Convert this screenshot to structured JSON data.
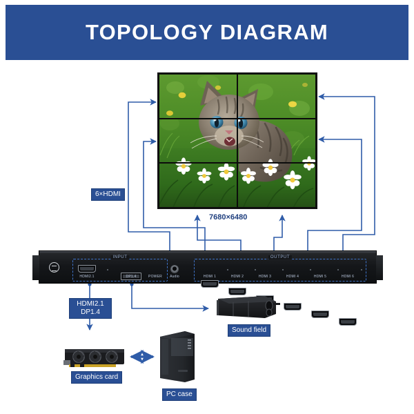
{
  "header": {
    "title": "TOPOLOGY DIAGRAM",
    "bg_color": "#2A4F94",
    "text_color": "#FFFFFF"
  },
  "theme": {
    "accent_blue": "#2A4F94",
    "wire_blue": "#2F5CA8",
    "label_text": "#FFFFFF",
    "plain_text": "#1F3F7E"
  },
  "video_wall": {
    "name": "video-wall",
    "columns": 2,
    "rows": 3,
    "tile_count": 6,
    "resolution_label": "7680×6480",
    "feed_label": "6×HDMI",
    "image_description": "tabby kitten sitting in green grass with white daisies"
  },
  "device": {
    "name": "hdmi-splitter-switcher",
    "input_group_label": "INPUT",
    "output_group_label": "OUTPUT",
    "ground_icon": "ground-icon",
    "input_ports": [
      {
        "type": "hdmi",
        "label": "HDMI2.1"
      },
      {
        "type": "dp",
        "label": "DP1.4"
      },
      {
        "type": "power",
        "label": "POWER"
      },
      {
        "type": "audio",
        "label": "Audio"
      }
    ],
    "output_ports": [
      {
        "type": "hdmi",
        "label": "HDMI 1"
      },
      {
        "type": "hdmi",
        "label": "HDMI 2"
      },
      {
        "type": "hdmi",
        "label": "HDMI 3"
      },
      {
        "type": "hdmi",
        "label": "HDMI 4"
      },
      {
        "type": "hdmi",
        "label": "HDMI 5"
      },
      {
        "type": "hdmi",
        "label": "HDMI 6"
      }
    ]
  },
  "callouts": {
    "source_cable": "HDMI2.1\nDP1.4",
    "source_cable_line1": "HDMI2.1",
    "source_cable_line2": "DP1.4",
    "graphics_card": "Graphics card",
    "pc_case": "PC case",
    "sound_field": "Sound field",
    "feed": "6×HDMI",
    "resolution": "7680×6480"
  }
}
